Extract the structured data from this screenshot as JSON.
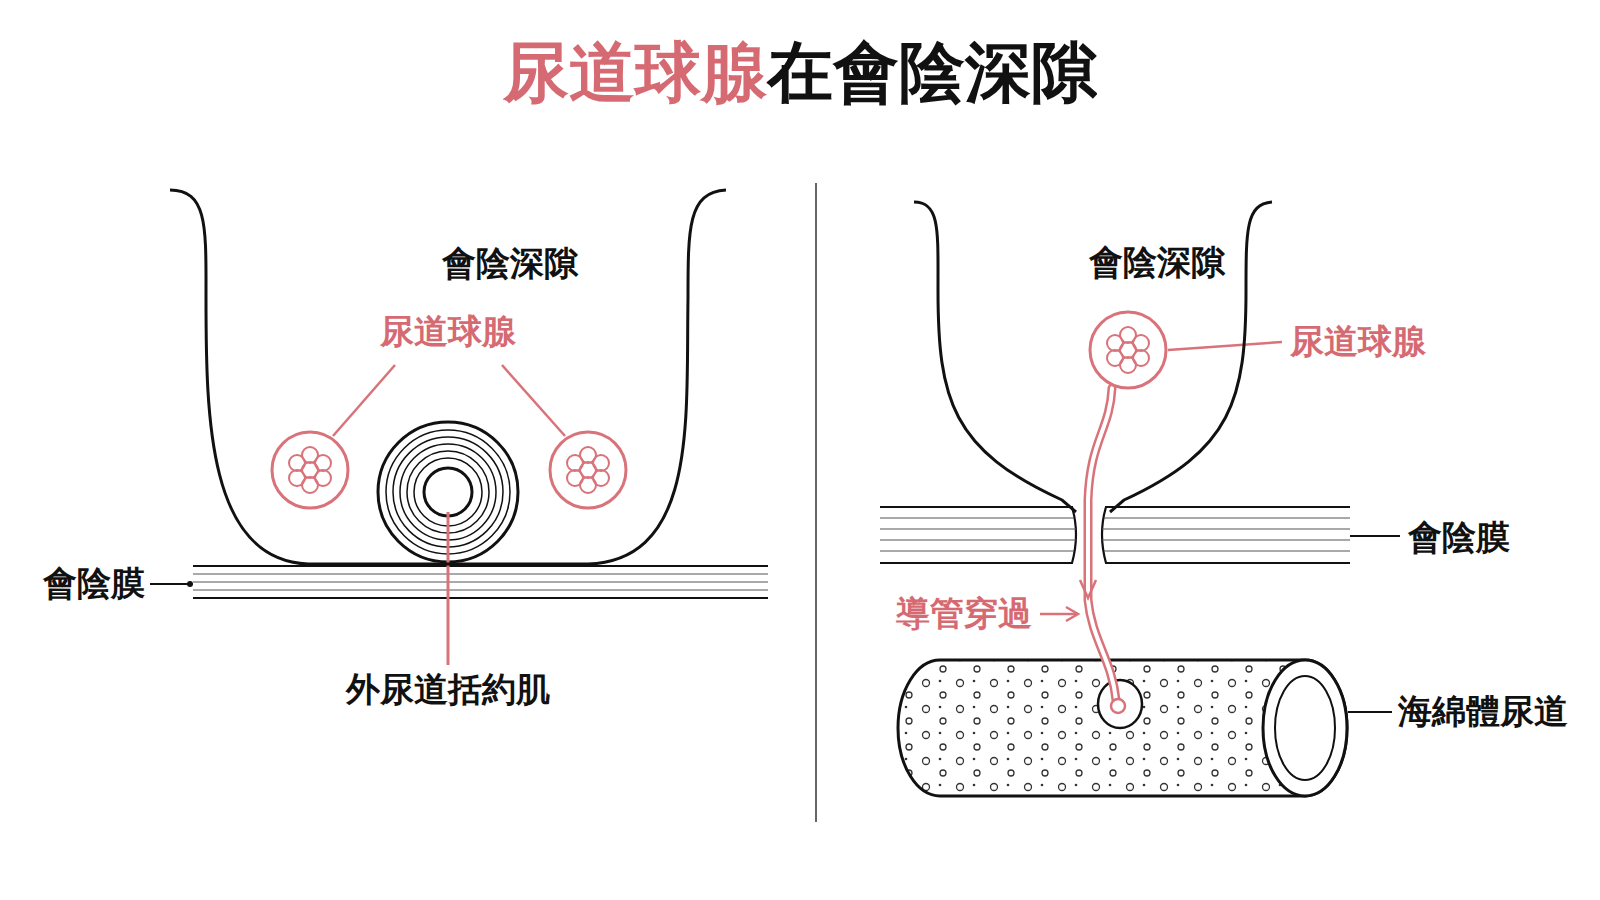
{
  "diagram": {
    "title": "尿道球腺在會陰深隙",
    "nodes": [
      {
        "text": [
          "會陰深隙"
        ]
      },
      {
        "text": [
          "會陰深隙"
        ]
      }
    ],
    "labels": [
      "尿道球腺",
      "會陰膜",
      "外尿道括約肌",
      "尿道球腺",
      "會陰膜",
      "導管穿過",
      "海綿體尿道"
    ]
  }
}
